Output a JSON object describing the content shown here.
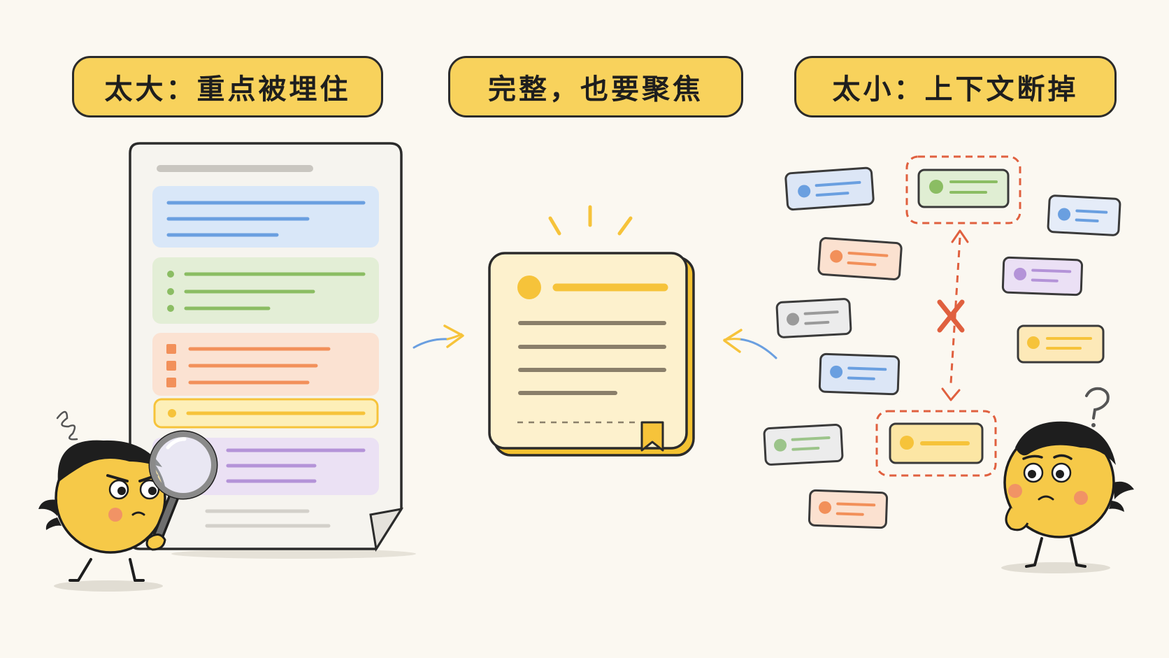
{
  "labels": {
    "too_big": "太大：重点被埋住",
    "complete_focused": "完整，也要聚焦",
    "too_small": "太小：上下文断掉"
  },
  "colors": {
    "background": "#fbf8f1",
    "pill_fill": "#f8d25c",
    "outline": "#2b2b2b",
    "blue": "#6a9fe0",
    "green": "#8bbd63",
    "orange": "#f2905a",
    "yellow": "#f6c33a",
    "purple": "#b493d8",
    "gray": "#9a9a9a",
    "red": "#e0603f"
  },
  "icons": [
    "magnifying-glass-icon",
    "bookmark-icon",
    "cross-icon",
    "question-mark-icon",
    "scribble-icon",
    "sparkle-icon"
  ]
}
